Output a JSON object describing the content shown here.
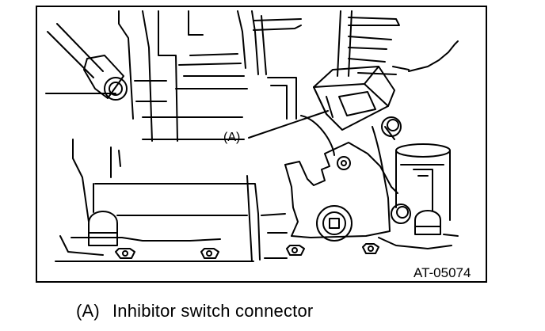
{
  "figure": {
    "callout_label": "(A)",
    "figure_code": "AT-05074"
  },
  "legend": {
    "items": [
      {
        "key": "(A)",
        "text": "Inhibitor switch connector"
      }
    ]
  }
}
